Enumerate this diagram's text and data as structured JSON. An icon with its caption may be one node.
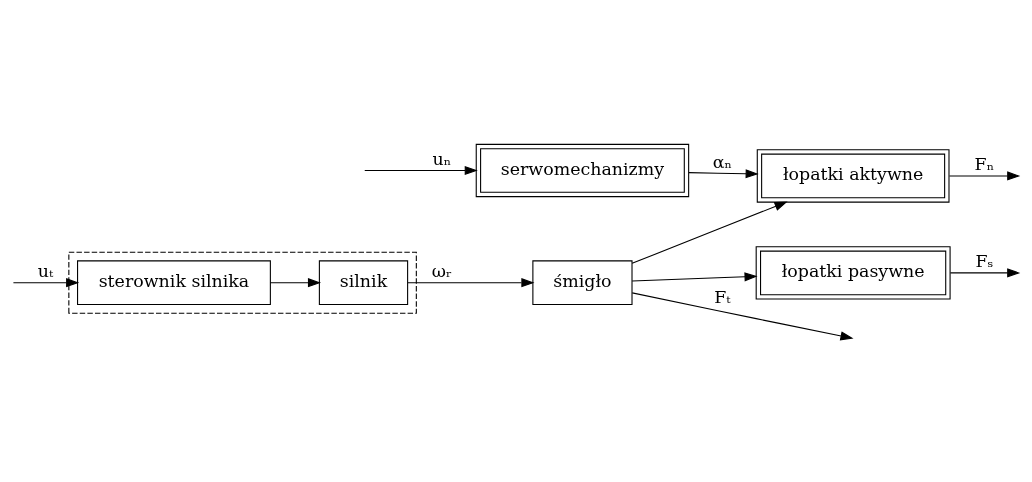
{
  "diagram": {
    "nodes": [
      {
        "text": [],
        "shape": "box"
      },
      {
        "text": [
          "sterownik silnika"
        ],
        "in": 0
      },
      {
        "text": [
          "silnik"
        ],
        "in": 0
      },
      {
        "text": [
          "śmigło"
        ]
      },
      {
        "text": [
          "serwomechanizmy"
        ]
      },
      {
        "text": [
          "łopatki aktywne"
        ]
      },
      {
        "text": [
          "łopatki pasywne"
        ]
      }
    ],
    "edges": [
      {
        "from": null,
        "to": 1,
        "arrow": "to",
        "label": "uₜ"
      },
      {
        "from": 1,
        "to": 2,
        "arrow": "to"
      },
      {
        "from": 2,
        "to": 3,
        "arrow": "to",
        "label": "ωᵣ"
      },
      {
        "from": 3,
        "to": null,
        "arrow": "to",
        "label": "Fₜ"
      },
      {
        "from": 3,
        "to": 5,
        "arrow": "to"
      },
      {
        "from": 3,
        "to": 6,
        "arrow": "to"
      },
      {
        "from": null,
        "to": 4,
        "arrow": "to",
        "label": "uₙ"
      },
      {
        "from": 4,
        "to": 5,
        "arrow": "to",
        "label": "αₙ"
      },
      {
        "from": 5,
        "to": null,
        "arrow": "to",
        "label": "Fₙ"
      },
      {
        "from": 6,
        "to": null,
        "arrow": "to",
        "label": "Fₛ"
      }
    ]
  }
}
